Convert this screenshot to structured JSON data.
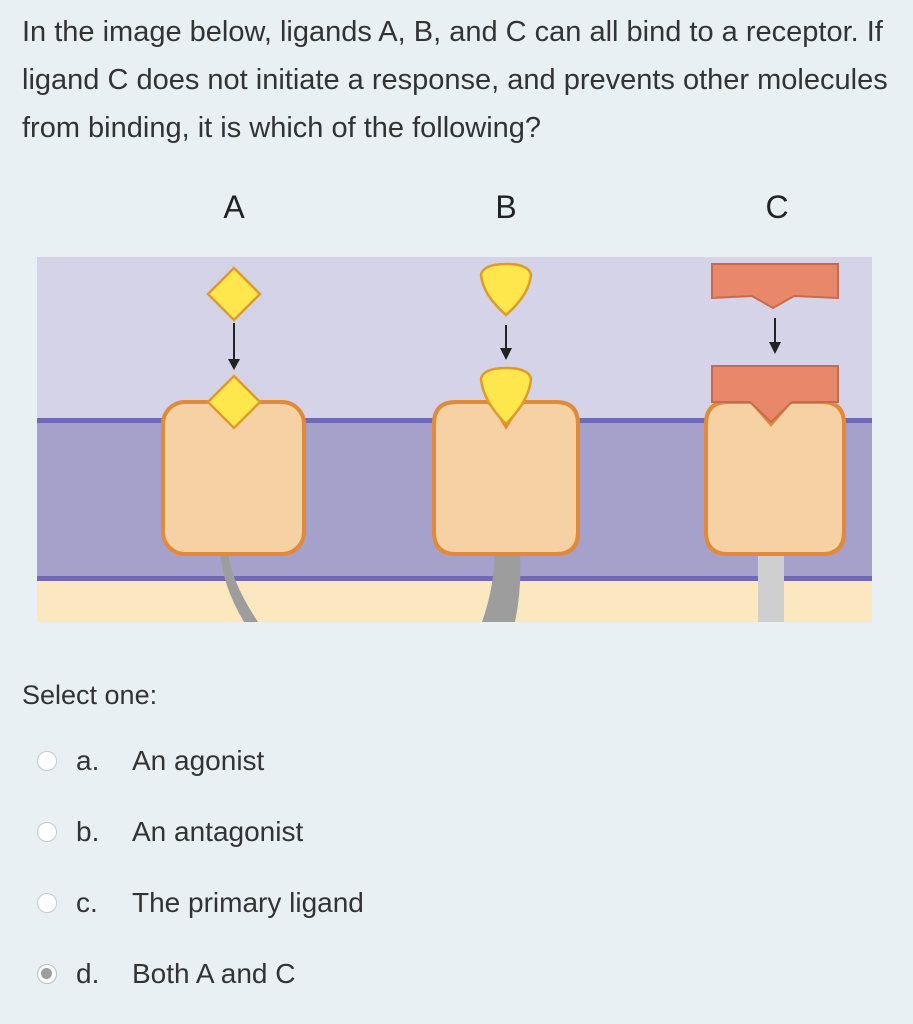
{
  "question": {
    "text": "In the image below,  ligands A, B, and C can all bind to a receptor. If ligand C does not initiate a response, and prevents other molecules from binding, it is which of the following?"
  },
  "figure": {
    "labels": [
      "A",
      "B",
      "C"
    ],
    "colors": {
      "extracellular": "#d4d3e8",
      "membrane": "#a6a1cb",
      "membrane_line": "#6f6ab3",
      "cytoplasm": "#fbe8c0",
      "receptor_fill": "#f6d1a4",
      "receptor_stroke": "#e08a3a",
      "ligand_yellow": "#fde74c",
      "ligand_orange": "#e8876a",
      "tail_gray": "#9d9d9d",
      "tail_light": "#cfcfcf"
    }
  },
  "prompt": {
    "select_label": "Select one:"
  },
  "options": [
    {
      "letter": "a.",
      "text": "An agonist",
      "selected": false
    },
    {
      "letter": "b.",
      "text": "An antagonist",
      "selected": false
    },
    {
      "letter": "c.",
      "text": "The primary ligand",
      "selected": false
    },
    {
      "letter": "d.",
      "text": "Both A and C",
      "selected": true
    }
  ]
}
